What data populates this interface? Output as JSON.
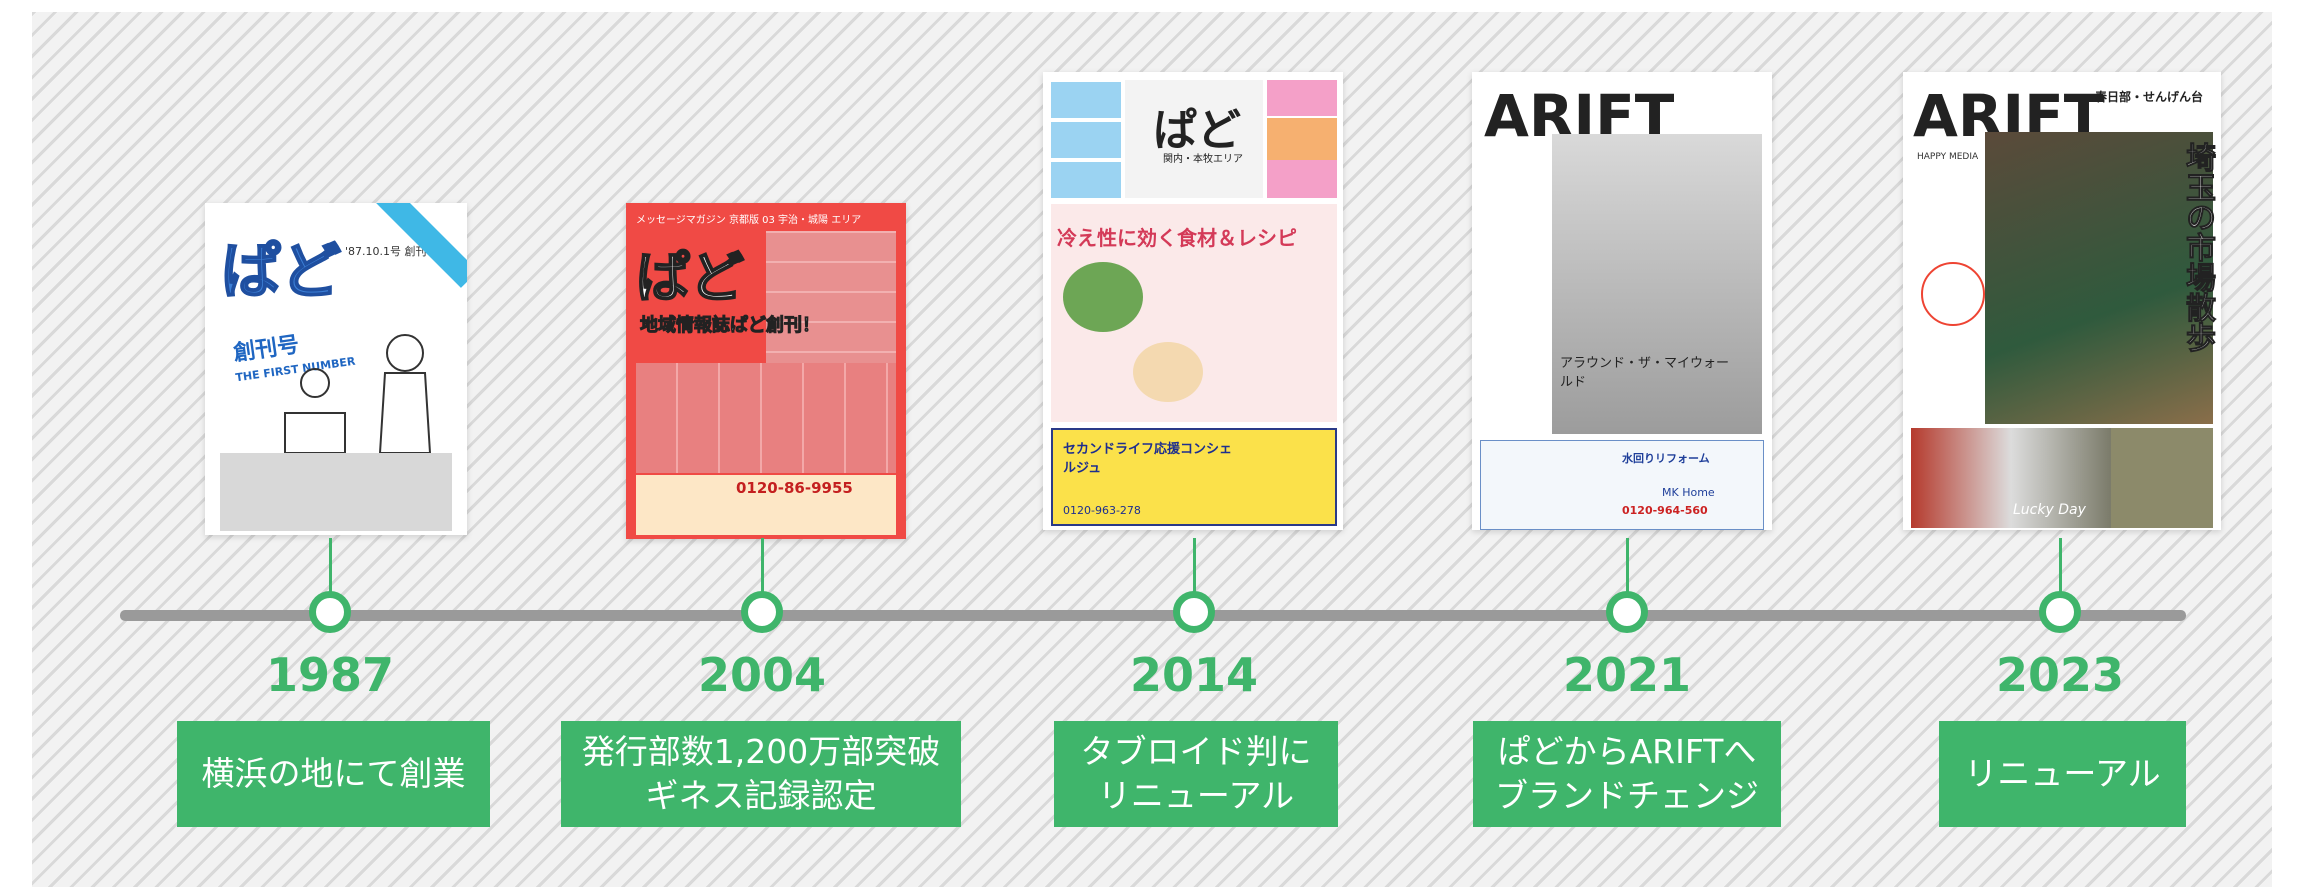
{
  "timeline": [
    {
      "year": "1987",
      "label": "横浜の地にて創業"
    },
    {
      "year": "2004",
      "label": "発行部数1,200万部突破\nギネス記録認定"
    },
    {
      "year": "2014",
      "label": "タブロイド判に\nリニューアル"
    },
    {
      "year": "2021",
      "label": "ぱどからARIFTへ\nブランドチェンジ"
    },
    {
      "year": "2023",
      "label": "リニューアル"
    }
  ],
  "covers": {
    "c1987": {
      "logo": "ぱど",
      "date": "'87.10.1号 創刊号",
      "issue": "創刊号",
      "sub": "THE FIRST NUMBER"
    },
    "c2004": {
      "header": "メッセージマガジン 京都版 03 宇治・城陽 エリア",
      "logo": "ぱど",
      "headline": "地域情報誌ぱど創刊！",
      "phone": "0120-86-9955"
    },
    "c2014": {
      "logo": "ぱど",
      "area": "関内・本牧エリア",
      "headline": "冷え性に効く食材＆レシピ",
      "ad": "セカンドライフ応援コンシェルジュ",
      "phone": "0120-963-278"
    },
    "c2021": {
      "logo": "ARIFT",
      "title": "アラウンド・ザ・マイウォールド",
      "ad": "水回りリフォーム",
      "phone": "0120-964-560",
      "brand": "MK Home"
    },
    "c2023": {
      "logo": "ARIFT",
      "area": "春日部・せんげん台",
      "headline": "埼玉の市場散歩",
      "media": "HAPPY MEDIA",
      "ad": "Lucky Day"
    }
  },
  "colors": {
    "accent": "#3fb56b",
    "line": "#9a9a9a"
  }
}
